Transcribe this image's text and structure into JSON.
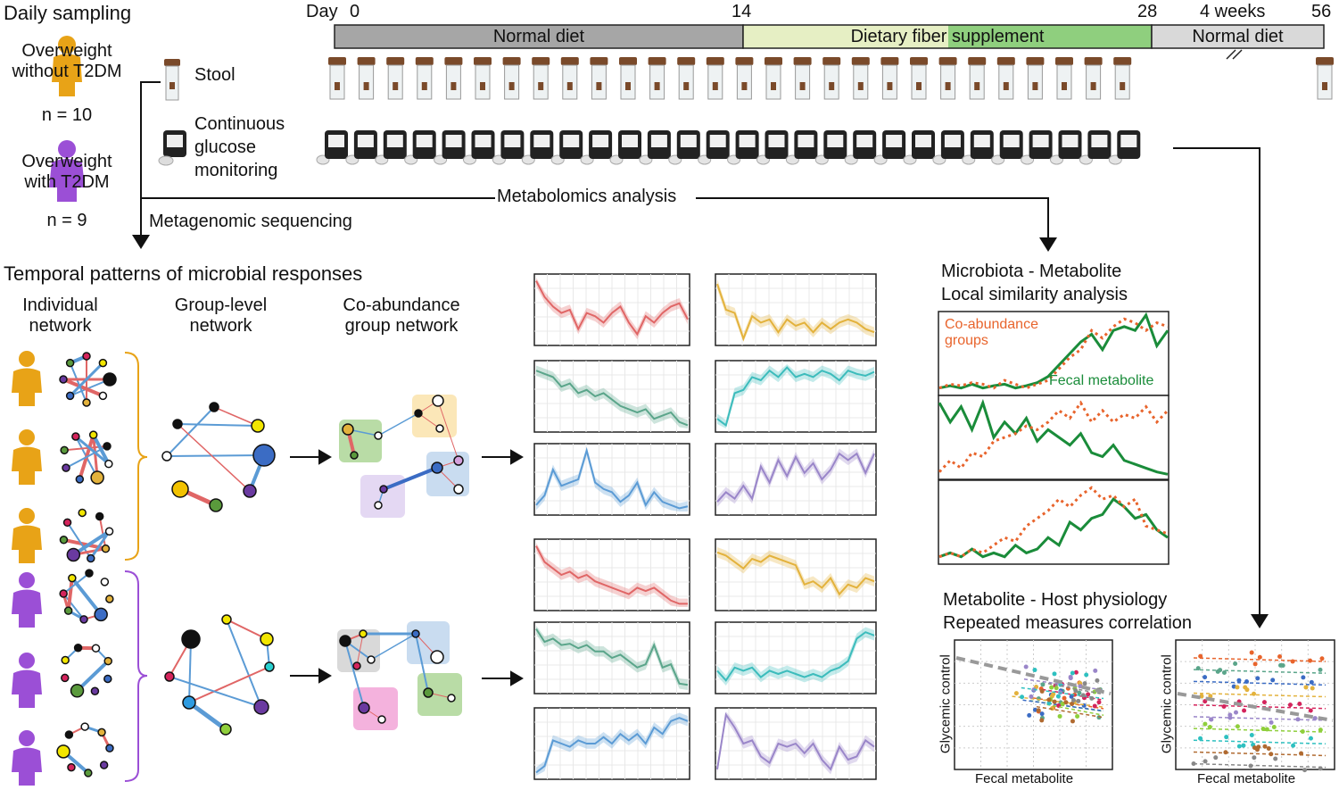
{
  "header": {
    "daily_sampling": "Daily sampling",
    "group1_label": "Overweight\nwithout T2DM",
    "group1_n": "n = 10",
    "group2_label": "Overweight\nwith T2DM",
    "group2_n": "n = 9",
    "stool": "Stool",
    "cgm": "Continuous\nglucose\nmonitoring"
  },
  "timeline": {
    "day_label": "Day",
    "ticks": [
      "0",
      "14",
      "28",
      "4 weeks",
      "56"
    ],
    "phases": [
      "Normal diet",
      "Dietary fiber supplement",
      "Normal diet"
    ],
    "colors": {
      "normal": "#a6a6a6",
      "fiber_light": "#e6efc4",
      "fiber_green": "#8fcf7e",
      "normal2": "#d9d9d9"
    }
  },
  "flow": {
    "metabolomics": "Metabolomics analysis",
    "metagenomic": "Metagenomic sequencing"
  },
  "temporal": {
    "title": "Temporal patterns of microbial responses",
    "individual": "Individual\nnetwork",
    "group_level": "Group-level\nnetwork",
    "coabundance": "Co-abundance\ngroup network"
  },
  "lsa": {
    "title1": "Microbiota - Metabolite",
    "title2": "Local similarity analysis",
    "legend_coab": "Co-abundance\ngroups",
    "legend_fecal": "Fecal metabolite"
  },
  "rmcorr": {
    "title1": "Metabolite - Host physiology",
    "title2": "Repeated measures correlation",
    "xlabel": "Fecal metabolite",
    "ylabel": "Glycemic control"
  },
  "colors": {
    "orange_person": "#e8a317",
    "purple_person": "#9b4fd6",
    "red": "#e06666",
    "green": "#5aa58a",
    "blue": "#5b9bd5",
    "yellow": "#e3b23c",
    "teal": "#3cbcbc",
    "lavender": "#9a86c9",
    "lsa_orange": "#e8642c",
    "lsa_green": "#1a8c3a"
  }
}
